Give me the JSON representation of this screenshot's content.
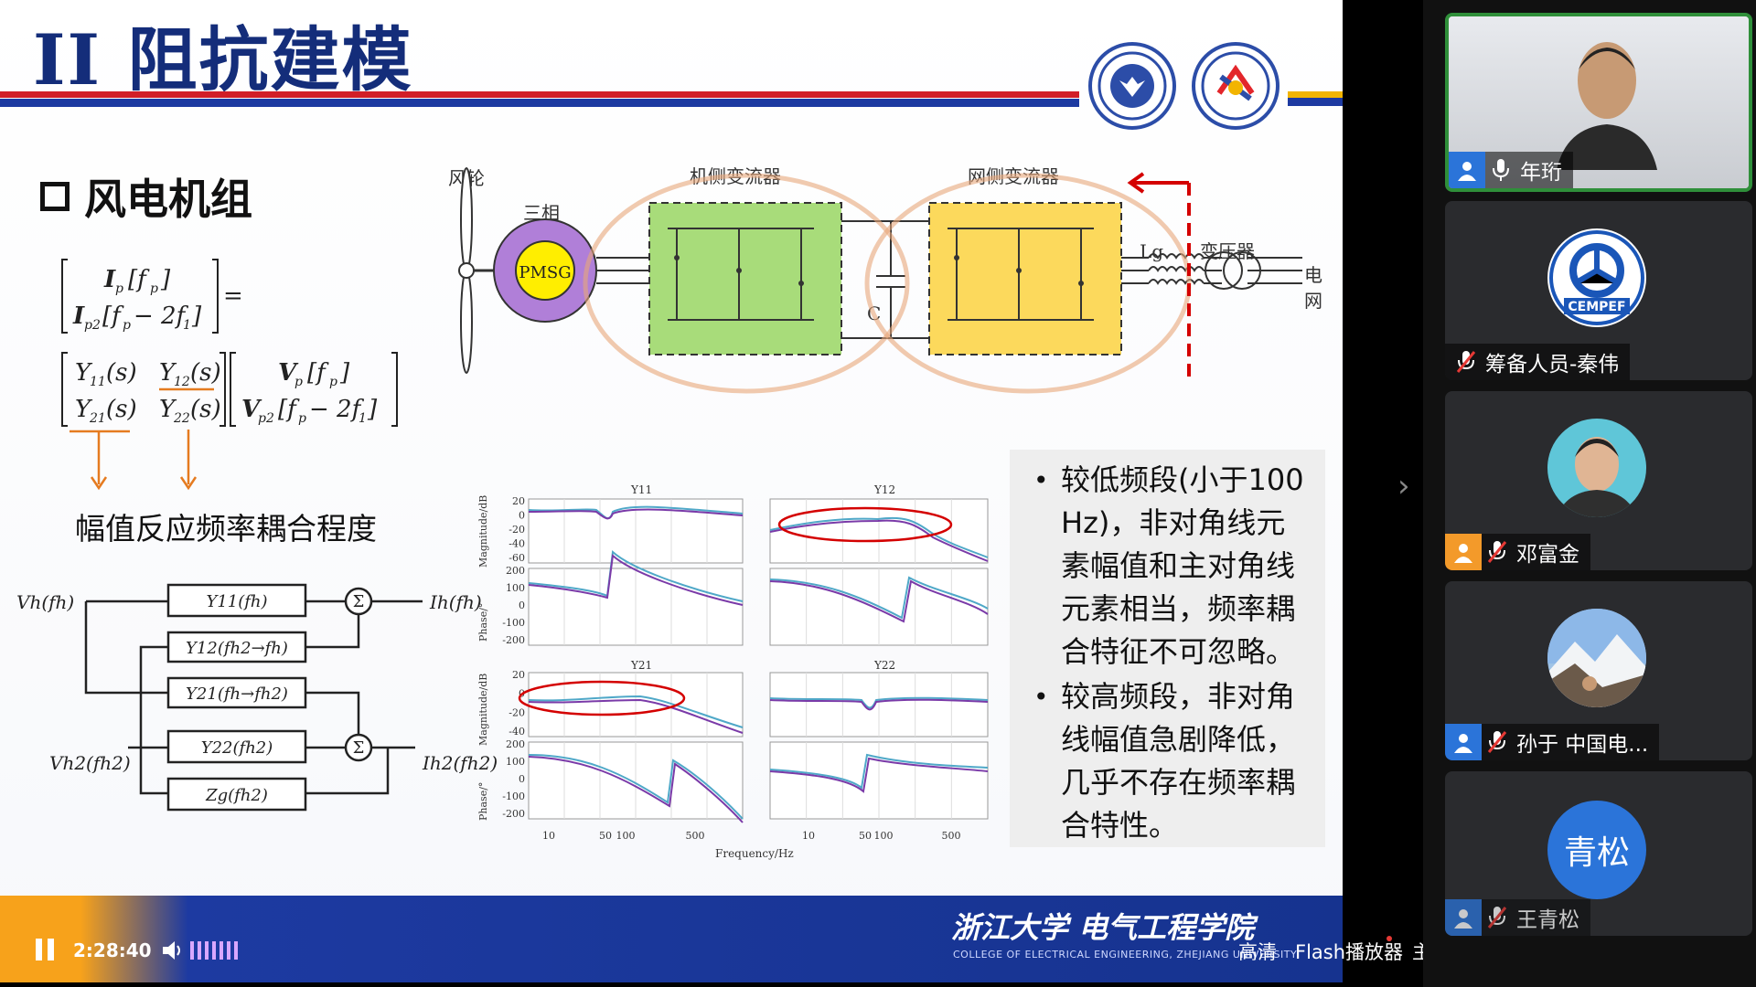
{
  "slide": {
    "title": "II 阻抗建模",
    "section": "风电机组",
    "coupling_label": "幅值反应频率耦合程度",
    "notes": [
      "较低频段(小于100 Hz)，非对角线元素幅值和主对角线元素相当，频率耦合特征不可忽略。",
      "较高频段，非对角线幅值急剧降低，几乎不存在频率耦合特性。"
    ],
    "circuit": {
      "wind_wheel": "风轮",
      "three_phase": "三相",
      "pmsg": "PMSG",
      "machine_side": "机侧变流器",
      "grid_side": "网侧变流器",
      "cap": "C",
      "lg": "Lg",
      "transformer": "变压器",
      "grid1": "电",
      "grid2": "网"
    },
    "block": {
      "in1": "Vh(fh)",
      "in2": "Vh2(fh2)",
      "out1": "Ih(fh)",
      "out2": "Ih2(fh2)",
      "b1": "Y11(fh)",
      "b2": "Y12(fh2→fh)",
      "b3": "Y21(fh→fh2)",
      "b4": "Y22(fh2)",
      "b5": "Zg(fh2)",
      "sum": "Σ"
    },
    "bode": {
      "titles": [
        "Y11",
        "Y12",
        "Y21",
        "Y22"
      ],
      "ylabel_mag": "Magnitude/dB",
      "ylabel_phase": "Phase/°",
      "xlabel": "Frequency/Hz",
      "mag_ticks": [
        "20",
        "0",
        "-20",
        "-40",
        "-60"
      ],
      "mag_ticks_short": [
        "20",
        "0",
        "-20",
        "-40"
      ],
      "phase_ticks": [
        "200",
        "100",
        "0",
        "-100",
        "-200"
      ],
      "x_ticks": [
        "10",
        "50",
        "100",
        "500"
      ]
    },
    "footer": {
      "brand": "浙江大学 电气工程学院",
      "brand_en": "COLLEGE OF ELECTRICAL ENGINEERING, ZHEJIANG UNIVERSITY"
    },
    "colors": {
      "title": "#142d7a",
      "red_bar": "#d11e27",
      "blue_bar": "#1d3aa1",
      "accent_orange": "#f7a21b"
    }
  },
  "player": {
    "timecode": "2:28:40",
    "quality": "高清",
    "flash": "Flash播放器",
    "line": "主线"
  },
  "participants": [
    {
      "name": "年珩",
      "active": true,
      "icon": "user-icon",
      "mic": "mic-on"
    },
    {
      "name": "筹备人员-秦伟",
      "avatar": "CEMPEF",
      "icon": "logo",
      "mic": "mic-muted"
    },
    {
      "name": "邓富金",
      "icon": "user-icon",
      "mic": "mic-muted"
    },
    {
      "name": "孙于 中国电...",
      "icon": "user-icon",
      "mic": "mic-muted"
    },
    {
      "name": "王青松",
      "avatar_text": "青松",
      "icon": "user-icon",
      "mic": "mic-muted"
    }
  ]
}
